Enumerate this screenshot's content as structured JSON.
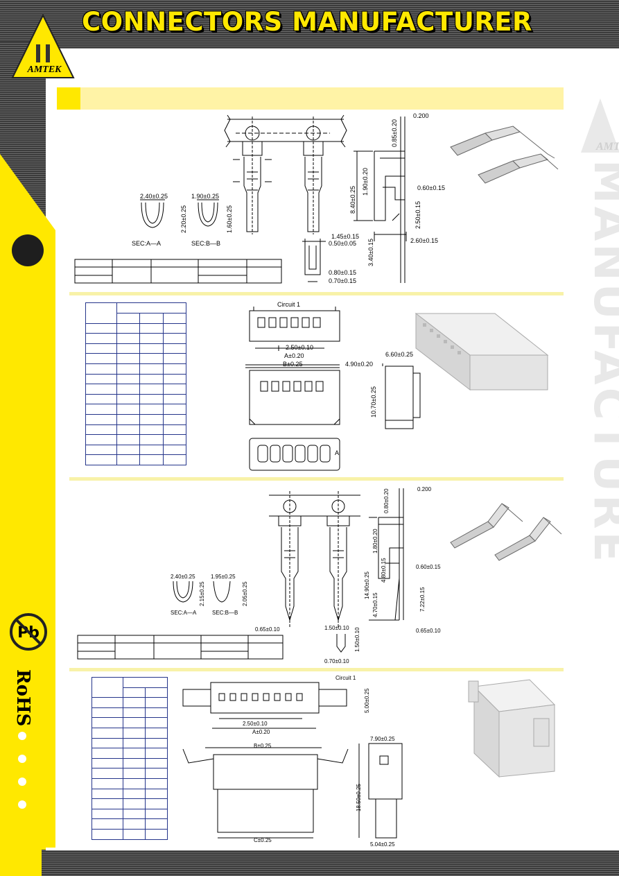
{
  "header": {
    "title": "CONNECTORS MANUFACTURER",
    "logo_text": "AMTEK"
  },
  "sidebar": {
    "pb_text": "Pb",
    "rohs_text": "RoHS"
  },
  "watermark": {
    "logo_text": "AMTEK",
    "vertical_text": "CONNECTORS MANUFACTURE"
  },
  "section1": {
    "sec_a_label": "SEC:A—A",
    "sec_b_label": "SEC:B—B",
    "sec_a_width": "2.40±0.25",
    "sec_a_height": "2.20±0.25",
    "sec_b_width": "1.90±0.25",
    "sec_b_height": "1.60±0.25",
    "dim_thickness": "0.200",
    "dim_085": "0.85±0.20",
    "dim_190": "1.90±0.20",
    "dim_840": "8.40±0.25",
    "dim_060": "0.60±0.15",
    "dim_250": "2.50±0.15",
    "dim_260": "2.60±0.15",
    "dim_340": "3.40±0.15",
    "dim_145": "1.45±0.15",
    "dim_050": "0.50±0.05",
    "dim_080": "0.80±0.15",
    "dim_070": "0.70±0.15"
  },
  "section2": {
    "circuit_label": "Circuit  1",
    "pitch": "2.50±0.10",
    "dim_a": "A±0.20",
    "dim_b": "B±0.25",
    "depth": "4.90±0.20",
    "width": "6.60±0.25",
    "height": "10.70±0.25",
    "mark_a": "A"
  },
  "section3": {
    "sec_a_label": "SEC:A—A",
    "sec_b_label": "SEC:B—B",
    "sec_a_width": "2.40±0.25",
    "sec_a_height": "2.15±0.25",
    "sec_b_width": "1.95±0.25",
    "sec_b_height": "2.05±0.25",
    "dim_thickness": "0.200",
    "dim_080": "0.80±0.20",
    "dim_180": "1.80±0.20",
    "dim_1490": "14.90±0.25",
    "dim_480": "4.80±0.15",
    "dim_470": "4.70±0.15",
    "dim_060": "0.60±0.15",
    "dim_722": "7.22±0.15",
    "dim_065a": "0.65±0.10",
    "dim_065b": "0.65±0.10",
    "dim_150": "1.50±0.10",
    "dim_150v": "1.50±0.10",
    "dim_070": "0.70±0.10"
  },
  "section4": {
    "circuit_label": "Circuit  1",
    "pitch": "2.50±0.10",
    "dim_a": "A±0.20",
    "dim_b": "B±0.25",
    "dim_c": "C±0.25",
    "height_500": "5.00±0.25",
    "width_790": "7.90±0.25",
    "height_1850": "18.50±0.25",
    "width_504": "5.04±0.25"
  },
  "colors": {
    "yellow": "#ffe800",
    "dark": "#3b3b3b",
    "table_line": "#24348a"
  }
}
